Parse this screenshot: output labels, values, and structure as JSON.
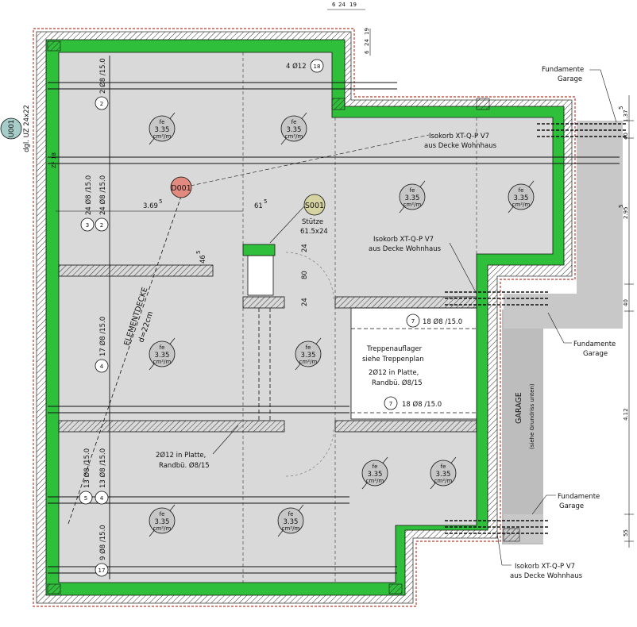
{
  "colors": {
    "wall": "#2fbf3a",
    "slab": "#d9d9d9",
    "garage": "#bdbdbd",
    "outline": "#c0392b",
    "bubble_red": "#e38a80",
    "bubble_olive": "#d6d3a3",
    "bubble_teal": "#a6cdc9",
    "bubble_grey": "#c7c7c7"
  },
  "top_dims": [
    "6",
    "24",
    "19"
  ],
  "right_top_dims": [
    "6",
    "24",
    "19"
  ],
  "side_label": {
    "tag": "U001",
    "text": "dgl. UZ 24x22"
  },
  "edge_label": "ZF 18",
  "labels": {
    "top_bars": "4 Ø12",
    "top_bars_no": "18",
    "fund_1_a": "Fundamente",
    "fund_1_b": "Garage",
    "fund_2_a": "Fundamente",
    "fund_2_b": "Garage",
    "fund_3_a": "Fundamente",
    "fund_3_b": "Garage",
    "iso_1_a": "Isokorb XT-Q-P V7",
    "iso_1_b": "aus Decke Wohnhaus",
    "iso_2_a": "Isokorb XT-Q-P V7",
    "iso_2_b": "aus Decke Wohnhaus",
    "iso_3_a": "Isokorb XT-Q-P V7",
    "iso_3_b": "aus Decke Wohnhaus",
    "support_tag": "S001",
    "support_a": "Stütze",
    "support_b": "61.5x24",
    "slab_tag": "D001",
    "element_a": "ELEMENTDECKE",
    "element_b": "d=22cm",
    "dim_369": "3.69",
    "dim_369_sup": "5",
    "dim_61": "61",
    "dim_61_sup": "5",
    "dim_46": "46",
    "dim_46_sup": "5",
    "dim_24a": "24",
    "dim_80": "80",
    "dim_24b": "24",
    "stair_a": "Treppenauflager",
    "stair_b": "siehe Treppenplan",
    "plate_a": "2Ø12 in Platte,",
    "plate_b": "Randbü. Ø8/15",
    "plate2_a": "2Ø12 in Platte,",
    "plate2_b": "Randbü. Ø8/15",
    "bar_7a": "18 Ø8 /15.0",
    "bar_7a_no": "7",
    "bar_7b": "18 Ø8 /15.0",
    "bar_7b_no": "7",
    "garage_a": "GARAGE",
    "garage_b": "(siehe Grundriss unten)",
    "r_dim_40a": "40",
    "r_dim_137": "1.37",
    "r_dim_137_sup": "5",
    "r_dim_295": "2.95",
    "r_dim_295_sup": "5",
    "r_dim_40b": "40",
    "r_dim_412": "4.12",
    "r_dim_55": "55"
  },
  "left_bars": [
    {
      "no": "2",
      "text": "2 Ø8 /15.0"
    },
    {
      "no": "3",
      "text": "24 Ø8 /15.0"
    },
    {
      "no": "2",
      "text": "24 Ø8 /15.0"
    },
    {
      "no": "4",
      "text": "17 Ø8 /15.0"
    },
    {
      "no": "5",
      "text": "13 Ø8 /15.0"
    },
    {
      "no": "4",
      "text": "13 Ø8 /15.0"
    },
    {
      "no": "17",
      "text": "9 Ø8 /15.0"
    }
  ],
  "load_markers": {
    "top": "fe",
    "value": "3.35",
    "unit": "cm²/m"
  }
}
